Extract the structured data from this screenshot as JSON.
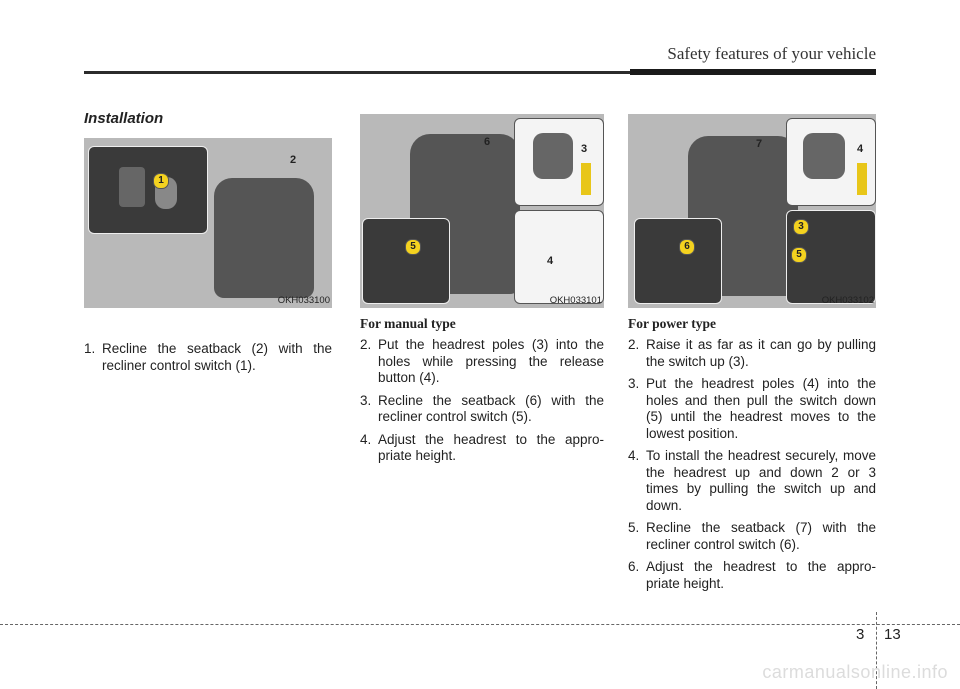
{
  "header": {
    "title": "Safety features of your vehicle"
  },
  "section": {
    "title": "Installation"
  },
  "figures": [
    {
      "code": "OKH033100",
      "callouts": [
        "1",
        "2"
      ]
    },
    {
      "code": "OKH033101",
      "callouts": [
        "3",
        "4",
        "5",
        "6"
      ]
    },
    {
      "code": "OKH033102",
      "callouts": [
        "3",
        "4",
        "5",
        "6",
        "7"
      ]
    }
  ],
  "col1": {
    "steps": [
      {
        "num": "1.",
        "text": "Recline the seatback (2) with the recliner control switch (1)."
      }
    ]
  },
  "col2": {
    "heading": "For manual type",
    "steps": [
      {
        "num": "2.",
        "text": "Put the headrest poles (3) into the holes while pressing the release button (4)."
      },
      {
        "num": "3.",
        "text": "Recline the seatback (6) with the recliner control switch (5)."
      },
      {
        "num": "4.",
        "text": "Adjust the headrest to the appro-priate height."
      }
    ]
  },
  "col3": {
    "heading": "For power type",
    "steps": [
      {
        "num": "2.",
        "text": "Raise it as far as it can go by pulling the switch up (3)."
      },
      {
        "num": "3.",
        "text": "Put the headrest poles (4) into the holes and then pull the switch down (5) until the headrest moves to the lowest position."
      },
      {
        "num": "4.",
        "text": "To install the headrest securely, move the headrest up and down 2 or 3 times by pulling the switch up and down."
      },
      {
        "num": "5.",
        "text": "Recline the seatback (7) with the recliner control switch (6)."
      },
      {
        "num": "6.",
        "text": "Adjust the headrest to the appro-priate height."
      }
    ]
  },
  "footer": {
    "section": "3",
    "page": "13"
  },
  "watermark": "carmanualsonline.info"
}
